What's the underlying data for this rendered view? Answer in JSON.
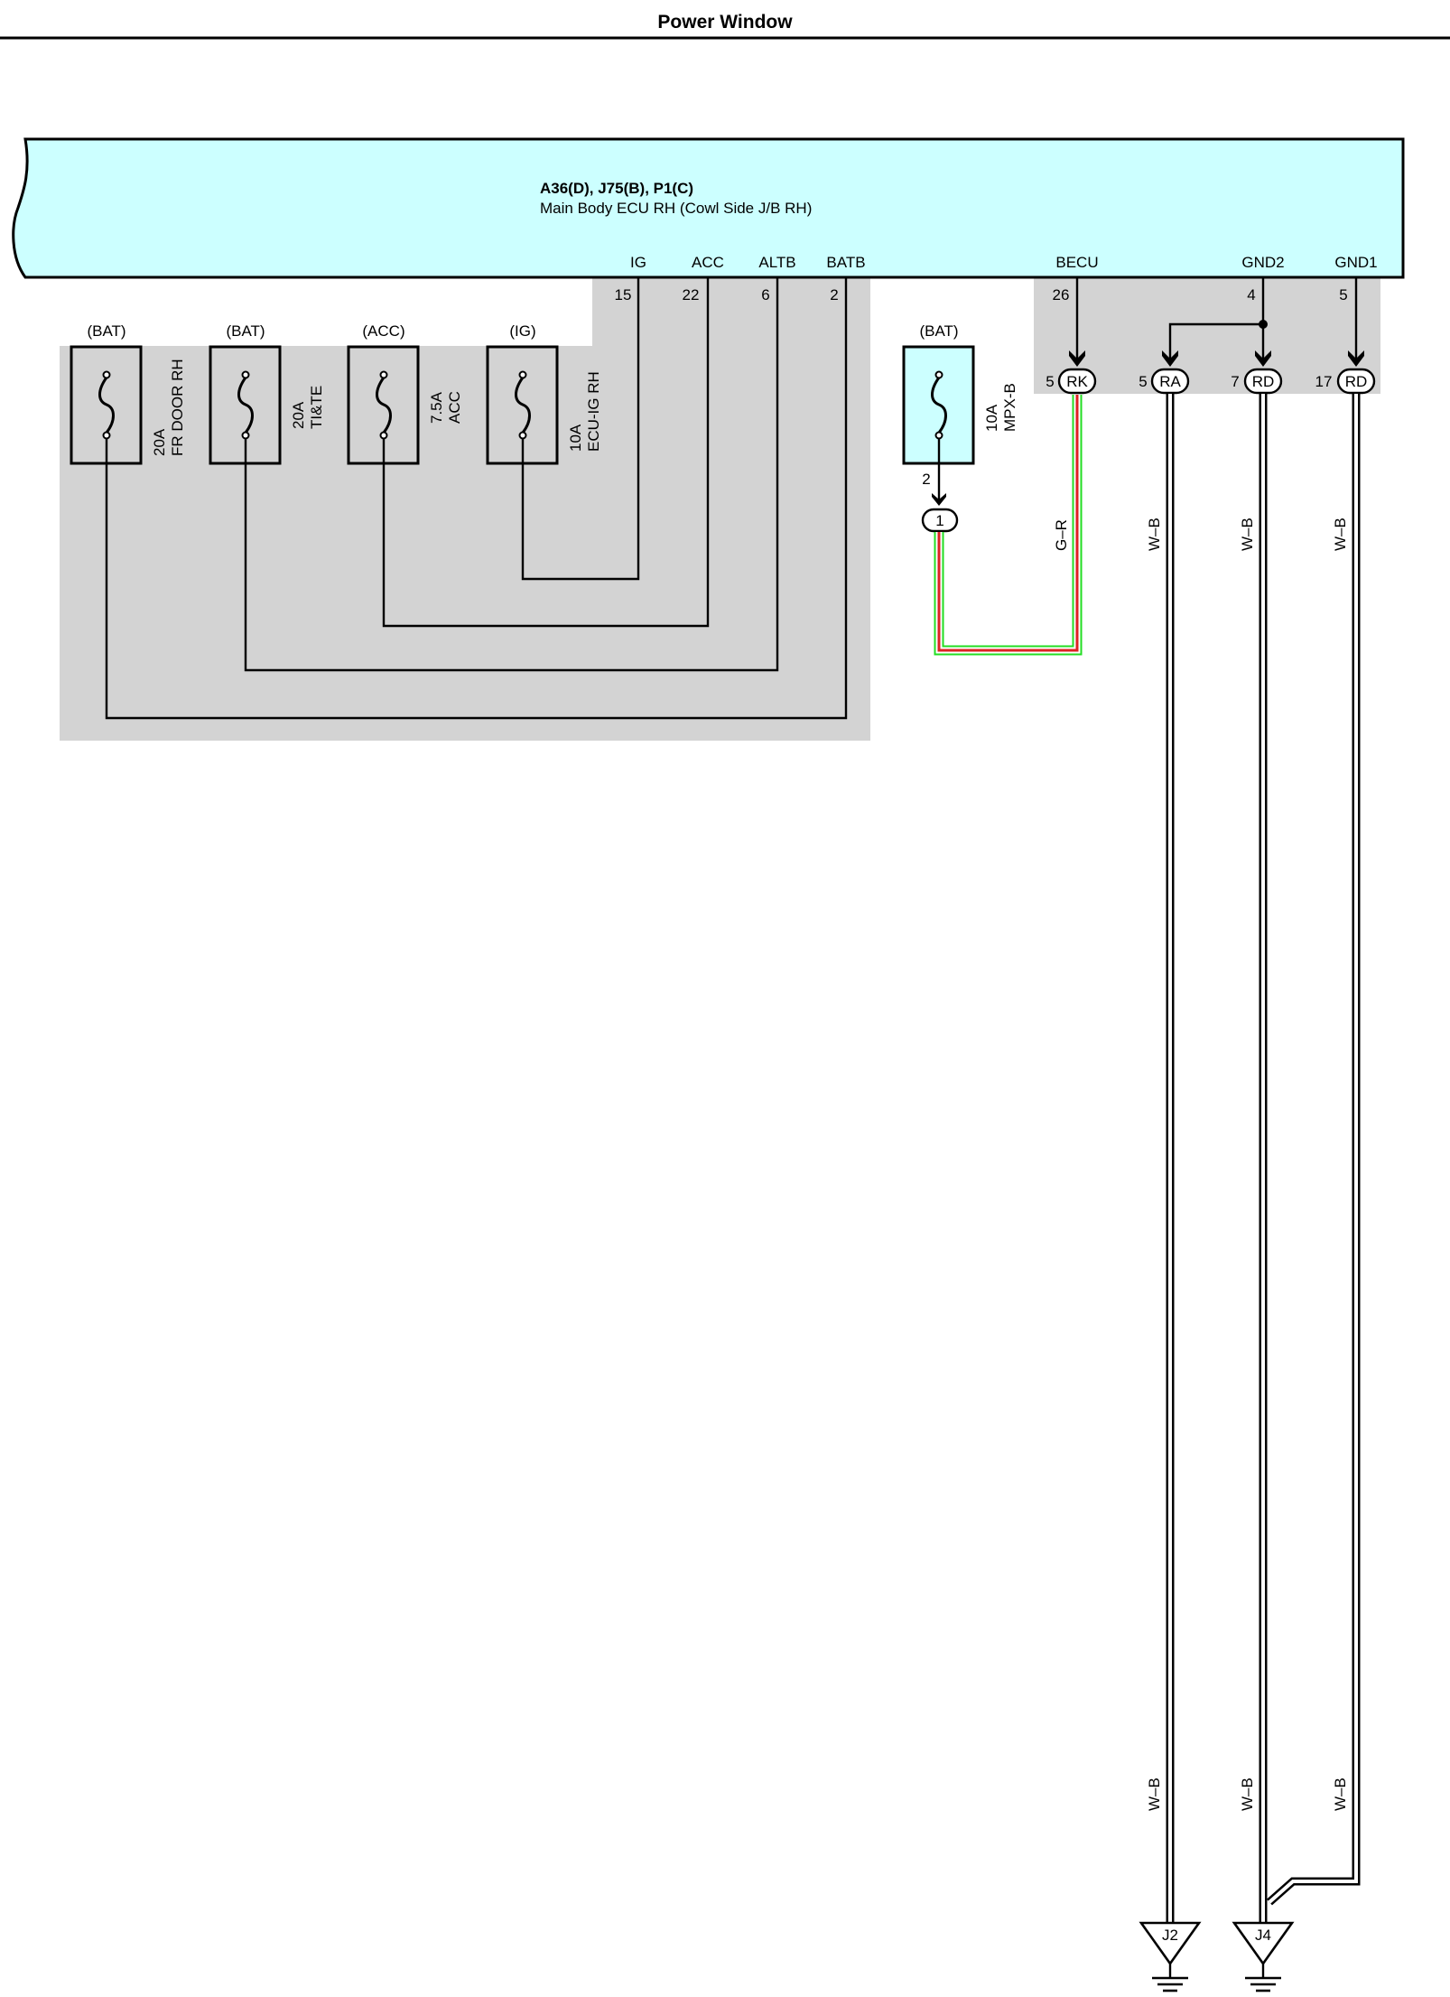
{
  "page_title": "Power Window",
  "ecu": {
    "connectors": "A36(D), J75(B), P1(C)",
    "name": "Main Body ECU RH (Cowl Side J/B RH)",
    "color": "#ccffff",
    "pins": [
      {
        "label": "IG",
        "number": "15"
      },
      {
        "label": "ACC",
        "number": "22"
      },
      {
        "label": "ALTB",
        "number": "6"
      },
      {
        "label": "BATB",
        "number": "2"
      },
      {
        "label": "BECU",
        "number": "26"
      },
      {
        "label": "GND2",
        "number": "4"
      },
      {
        "label": "GND1",
        "number": "5"
      }
    ]
  },
  "fuses": [
    {
      "supply": "(BAT)",
      "rating": "20A",
      "name": "FR DOOR RH"
    },
    {
      "supply": "(BAT)",
      "rating": "20A",
      "name": "TI&TE"
    },
    {
      "supply": "(ACC)",
      "rating": "7.5A",
      "name": "ACC"
    },
    {
      "supply": "(IG)",
      "rating": "10A",
      "name": "ECU-IG RH"
    },
    {
      "supply": "(BAT)",
      "rating": "10A",
      "name": "MPX-B"
    }
  ],
  "mpx_fuse_pin": "2",
  "mpx_connector": "1",
  "connectors": [
    {
      "pin": "5",
      "name": "RK"
    },
    {
      "pin": "5",
      "name": "RA"
    },
    {
      "pin": "7",
      "name": "RD"
    },
    {
      "pin": "17",
      "name": "RD"
    }
  ],
  "wires": [
    {
      "color_code": "G–R"
    },
    {
      "color_code": "W–B"
    },
    {
      "color_code": "W–B"
    },
    {
      "color_code": "W–B"
    }
  ],
  "grounds": [
    {
      "name": "J2"
    },
    {
      "name": "J4"
    }
  ],
  "colors": {
    "junction_block_bg": "#d3d3d3",
    "wire_green": "#22dd22",
    "wire_red": "#dd2222"
  }
}
